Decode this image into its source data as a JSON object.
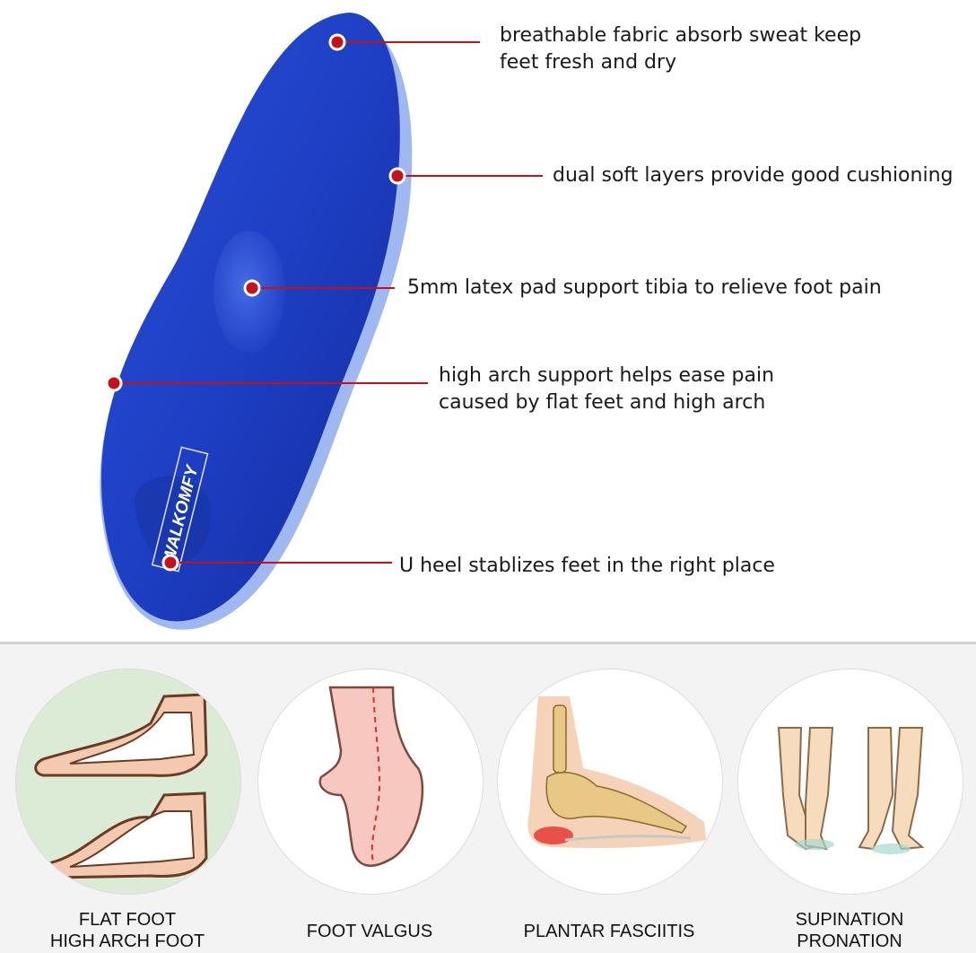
{
  "insole": {
    "brand": "WALKOMFY",
    "colors": {
      "insole_blue": "#1e3fc4",
      "callout_red": "#c8101a"
    }
  },
  "callouts": [
    {
      "lines": [
        "breathable fabric absorb sweat keep",
        "feet fresh and dry"
      ]
    },
    {
      "lines": [
        "dual soft layers provide good cushioning"
      ]
    },
    {
      "lines": [
        "5mm latex pad support tibia to relieve foot pain"
      ]
    },
    {
      "lines": [
        "high arch support helps ease pain",
        "caused by flat feet and high arch"
      ]
    },
    {
      "lines": [
        "U heel stablizes feet in the right place"
      ]
    }
  ],
  "conditions": [
    {
      "lines": [
        "FLAT FOOT",
        "HIGH ARCH FOOT"
      ],
      "icon": "flat-high-arch-foot-icon"
    },
    {
      "lines": [
        "FOOT VALGUS"
      ],
      "icon": "foot-valgus-icon"
    },
    {
      "lines": [
        "PLANTAR FASCIITIS"
      ],
      "icon": "plantar-fasciitis-icon"
    },
    {
      "lines": [
        "SUPINATION",
        "PRONATION"
      ],
      "icon": "supination-pronation-icon"
    }
  ]
}
